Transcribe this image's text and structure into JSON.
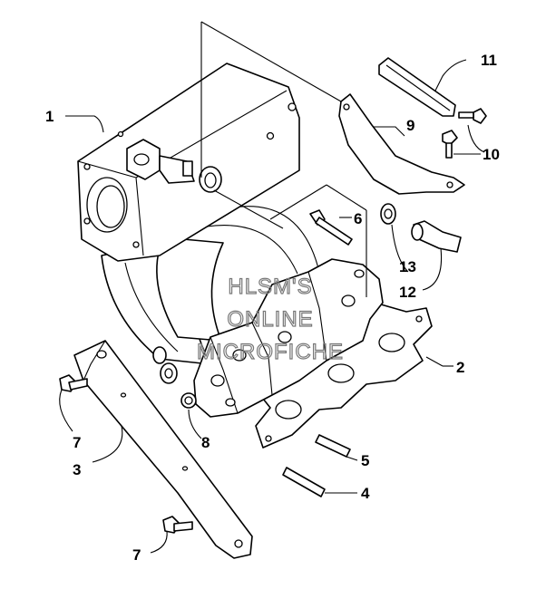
{
  "callouts": [
    {
      "id": "c1",
      "text": "1"
    },
    {
      "id": "c2",
      "text": "2"
    },
    {
      "id": "c3",
      "text": "3"
    },
    {
      "id": "c4",
      "text": "4"
    },
    {
      "id": "c5",
      "text": "5"
    },
    {
      "id": "c6",
      "text": "6"
    },
    {
      "id": "c7a",
      "text": "7"
    },
    {
      "id": "c7b",
      "text": "7"
    },
    {
      "id": "c8",
      "text": "8"
    },
    {
      "id": "c9",
      "text": "9"
    },
    {
      "id": "c10",
      "text": "10"
    },
    {
      "id": "c11",
      "text": "11"
    },
    {
      "id": "c12",
      "text": "12"
    },
    {
      "id": "c13",
      "text": "13"
    }
  ],
  "watermark": {
    "line1": "HLSM'S",
    "line2": "ONLINE",
    "line3": "MICROFICHE"
  }
}
